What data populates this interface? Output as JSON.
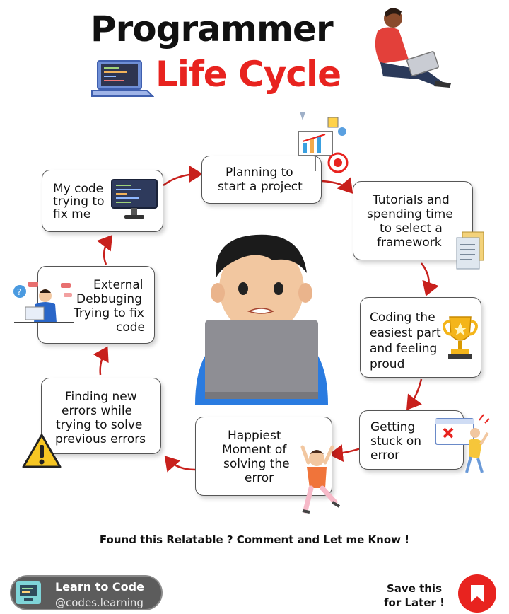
{
  "title": {
    "line1": "Programmer",
    "line2": "Life Cycle"
  },
  "steps": {
    "planning": [
      "Planning to",
      "start a project"
    ],
    "tutorials": [
      "Tutorials and",
      "spending time",
      "to select a",
      "framework"
    ],
    "coding": [
      "Coding the",
      "easiest part",
      "and feeling",
      "proud"
    ],
    "stuck": [
      "Getting",
      "stuck on",
      "error"
    ],
    "happiest": [
      "Happiest",
      "Moment of",
      "solving the",
      "error"
    ],
    "finding": [
      "Finding new",
      "errors while",
      "trying to solve",
      "previous errors"
    ],
    "external": [
      "External",
      "Debbuging",
      "Trying to fix",
      "code"
    ],
    "mycode": [
      "My code",
      "trying to",
      "fix me"
    ]
  },
  "footer": {
    "cta": "Found this Relatable ? Comment and Let me Know !",
    "brand_name": "Learn to Code",
    "brand_handle": "@codes.learning",
    "save_line1": "Save this",
    "save_line2": "for Later !"
  },
  "colors": {
    "accent": "#e8231f",
    "arrow": "#c8201c",
    "skin": "#f2c7a0",
    "hair": "#1b1b1b",
    "shirt": "#2a7be0",
    "laptop": "#8e8e94"
  },
  "icons": [
    "laptop-icon",
    "sitting-person-icon",
    "presentation-icon",
    "documents-icon",
    "trophy-icon",
    "error-screen-icon",
    "jumping-person-icon",
    "warning-icon",
    "debugging-person-icon",
    "monitor-code-icon",
    "bookmark-icon"
  ]
}
